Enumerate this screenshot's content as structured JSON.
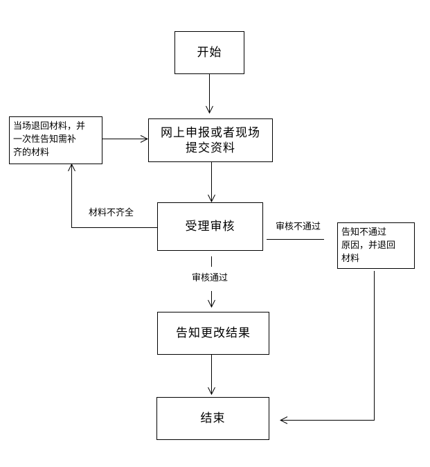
{
  "nodes": {
    "start": "开始",
    "submit": "网上申报或者现场\n提交资料",
    "review": "受理审核",
    "return_materials": "当场退回材料，并\n一次性告知需补\n齐的材料",
    "reject": "告知不通过\n原因，并退回\n材料",
    "notify": "告知更改结果",
    "end": "结束"
  },
  "edges": {
    "incomplete": "材料不齐全",
    "not_passed": "审核不通过",
    "passed": "审核通过"
  }
}
